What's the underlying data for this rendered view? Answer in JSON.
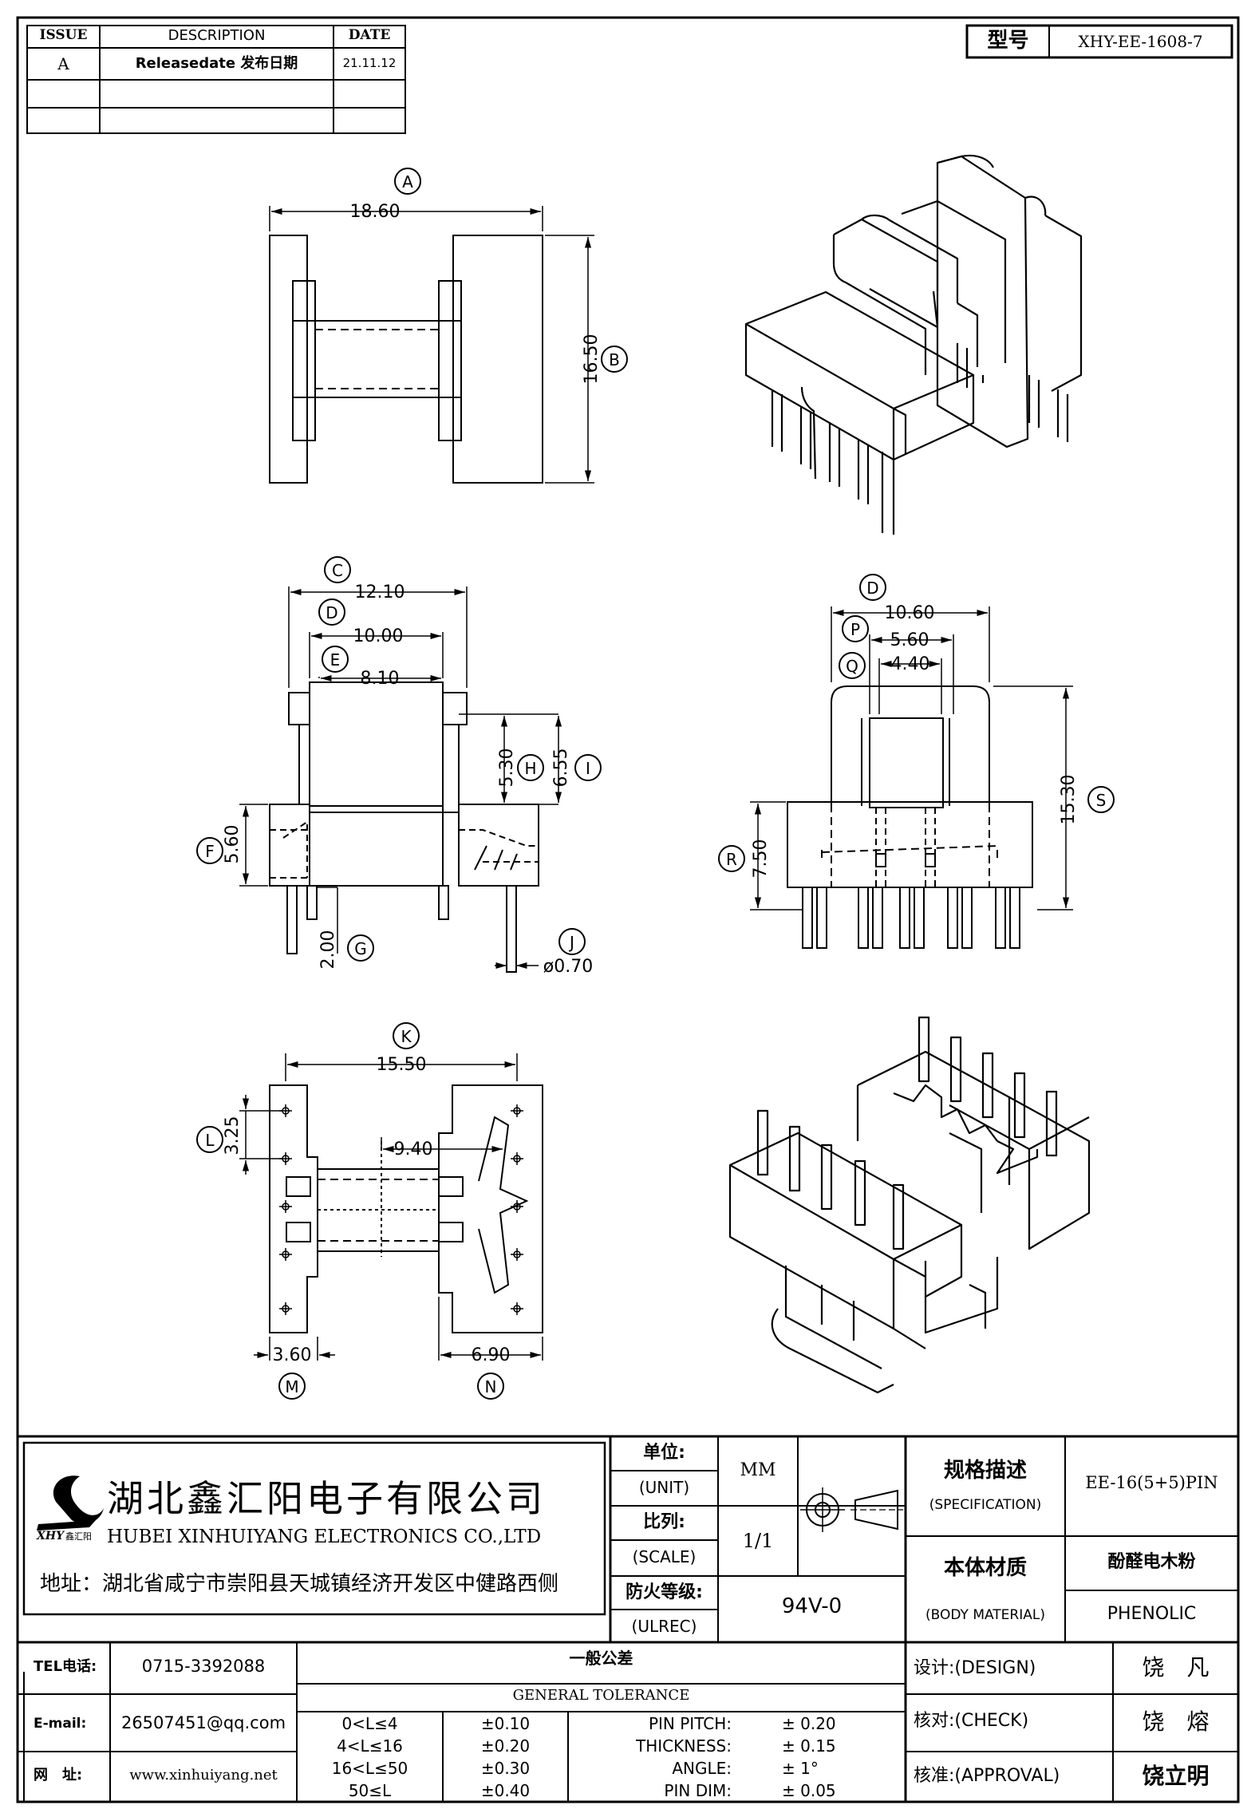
{
  "revision_table": {
    "headers": [
      "ISSUE",
      "DESCRIPTION",
      "DATE"
    ],
    "rows": [
      {
        "issue": "A",
        "description": "Releasedate 发布日期",
        "date": "21.11.12"
      },
      {
        "issue": "",
        "description": "",
        "date": ""
      },
      {
        "issue": "",
        "description": "",
        "date": ""
      }
    ]
  },
  "model": {
    "label": "型号",
    "value": "XHY-EE-1608-7"
  },
  "views": {
    "top": {
      "A_letter": "A",
      "A_value": "18.60",
      "B_letter": "B",
      "B_value": "16.50"
    },
    "side": {
      "C_letter": "C",
      "C_value": "12.10",
      "D_letter": "D",
      "D_value": "10.00",
      "E_letter": "E",
      "E_value": "8.10",
      "H_letter": "H",
      "H_value": "5.30",
      "I_letter": "I",
      "I_value": "6.55",
      "F_letter": "F",
      "F_value": "5.60",
      "G_letter": "G",
      "G_value": "2.00",
      "J_letter": "J",
      "J_value": "ø0.70"
    },
    "front": {
      "D_letter": "D",
      "D_value": "10.60",
      "P_letter": "P",
      "P_value": "5.60",
      "Q_letter": "Q",
      "Q_value": "4.40",
      "S_letter": "S",
      "S_value": "15.30",
      "R_letter": "R",
      "R_value": "7.50"
    },
    "bottom": {
      "K_letter": "K",
      "K_value": "15.50",
      "L_letter": "L",
      "L_value": "3.25",
      "inner_value": "9.40",
      "M_letter": "M",
      "M_value": "3.60",
      "N_letter": "N",
      "N_value": "6.90"
    }
  },
  "company": {
    "name_cn": "湖北鑫汇阳电子有限公司",
    "name_en": "HUBEI XINHUIYANG ELECTRONICS CO.,LTD",
    "address": "地址：湖北省咸宁市崇阳县天城镇经济开发区中健路西侧",
    "logo_text": "XHY",
    "logo_sub": "鑫汇阳"
  },
  "title_block": {
    "unit_label": "单位:",
    "unit_label_en": "(UNIT)",
    "unit_value": "MM",
    "scale_label": "比列:",
    "scale_label_en": "(SCALE)",
    "scale_value": "1/1",
    "fire_label": "防火等级:",
    "fire_label_en": "(ULREC)",
    "fire_value": "94V-0",
    "spec_label": "规格描述",
    "spec_label_en": "(SPECIFICATION)",
    "spec_value": "EE-16(5+5)PIN",
    "material_label": "本体材质",
    "material_label_en": "(BODY MATERIAL)",
    "material_value_cn": "酚醛电木粉",
    "material_value_en": "PHENOLIC"
  },
  "contact": {
    "tel_label": "TEL电话:",
    "tel_value": "0715-3392088",
    "email_label": "E-mail:",
    "email_value": "26507451@qq.com",
    "web_label": "网　址:",
    "web_value": "www.xinhuiyang.net"
  },
  "tolerance": {
    "title_cn": "一般公差",
    "title_en": "GENERAL TOLERANCE",
    "ranges": [
      {
        "range": "0<L≤4",
        "tol": "±0.10"
      },
      {
        "range": "4<L≤16",
        "tol": "±0.20"
      },
      {
        "range": "16<L≤50",
        "tol": "±0.30"
      },
      {
        "range": "50≤L",
        "tol": "±0.40"
      }
    ],
    "specials": [
      {
        "label": "PIN PITCH:",
        "value": "±  0.20"
      },
      {
        "label": "THICKNESS:",
        "value": "±  0.15"
      },
      {
        "label": "ANGLE:",
        "value": "±  1°"
      },
      {
        "label": "PIN DIM:",
        "value": "±  0.05"
      }
    ]
  },
  "approvals": {
    "design_label": "设计:(DESIGN)",
    "design_name": "饶　凡",
    "check_label": "核对:(CHECK)",
    "check_name": "饶　熔",
    "approval_label": "核准:(APPROVAL)",
    "approval_name": "饶立明"
  }
}
